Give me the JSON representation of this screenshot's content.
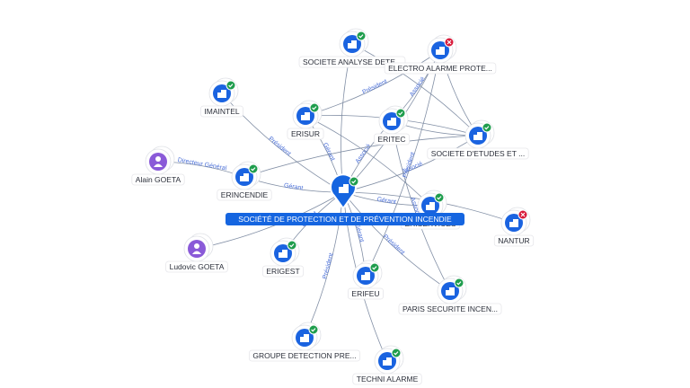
{
  "colors": {
    "company_icon": "#1a63e0",
    "person_icon": "#8a5ad8",
    "badge_active": "#1f9d4d",
    "badge_closed": "#d81b3b",
    "edge": "#8390a6",
    "edge_label": "#4a6fd8",
    "center_label_bg": "#1565e0"
  },
  "center": {
    "label": "SOCIÉTÉ DE PROTECTION ET DE PRÉVENTION INCENDIE",
    "icon": "building-pin-icon",
    "status": "active"
  },
  "nodes": [
    {
      "id": "analyse",
      "label": "SOCIETE ANALYSE DETE...",
      "kind": "company",
      "status": "active"
    },
    {
      "id": "electro",
      "label": "ELECTRO ALARME PROTE...",
      "kind": "company",
      "status": "closed"
    },
    {
      "id": "imaintel",
      "label": "IMAINTEL",
      "kind": "company",
      "status": "active"
    },
    {
      "id": "erisur",
      "label": "ERISUR",
      "kind": "company",
      "status": "active"
    },
    {
      "id": "eritec",
      "label": "ERITEC",
      "kind": "company",
      "status": "active"
    },
    {
      "id": "etudes",
      "label": "SOCIETE D'ETUDES ET ...",
      "kind": "company",
      "status": "active"
    },
    {
      "id": "alain",
      "label": "Alain GOETA",
      "kind": "person",
      "status": "none"
    },
    {
      "id": "erincendie",
      "label": "ERINCENDIE",
      "kind": "company",
      "status": "active"
    },
    {
      "id": "eriservices",
      "label": "ERISERVICES",
      "kind": "company",
      "status": "active"
    },
    {
      "id": "nantur",
      "label": "NANTUR",
      "kind": "company",
      "status": "closed"
    },
    {
      "id": "ludovic",
      "label": "Ludovic GOETA",
      "kind": "person",
      "status": "none"
    },
    {
      "id": "erigest",
      "label": "ERIGEST",
      "kind": "company",
      "status": "active"
    },
    {
      "id": "erifeu",
      "label": "ERIFEU",
      "kind": "company",
      "status": "active"
    },
    {
      "id": "paris",
      "label": "PARIS SECURITE INCEN...",
      "kind": "company",
      "status": "active"
    },
    {
      "id": "groupe",
      "label": "GROUPE DETECTION PRE...",
      "kind": "company",
      "status": "active"
    },
    {
      "id": "techni",
      "label": "TECHNI ALARME",
      "kind": "company",
      "status": "active"
    }
  ],
  "edges": [
    {
      "from": "center",
      "to": "analyse",
      "label": ""
    },
    {
      "from": "center",
      "to": "electro",
      "label": "Associé"
    },
    {
      "from": "center",
      "to": "imaintel",
      "label": "Président"
    },
    {
      "from": "center",
      "to": "erisur",
      "label": "Gérant"
    },
    {
      "from": "center",
      "to": "eritec",
      "label": "Associé"
    },
    {
      "from": "center",
      "to": "etudes",
      "label": "Associé"
    },
    {
      "from": "center",
      "to": "erincendie",
      "label": "Gérant"
    },
    {
      "from": "center",
      "to": "eriservices",
      "label": "Gérant"
    },
    {
      "from": "center",
      "to": "nantur",
      "label": ""
    },
    {
      "from": "center",
      "to": "erigest",
      "label": "Gérant"
    },
    {
      "from": "center",
      "to": "erifeu",
      "label": "Gérant"
    },
    {
      "from": "center",
      "to": "paris",
      "label": "Président"
    },
    {
      "from": "center",
      "to": "groupe",
      "label": "Président"
    },
    {
      "from": "center",
      "to": "techni",
      "label": "Gérant"
    },
    {
      "from": "alain",
      "to": "erincendie",
      "label": "Directeur Général"
    },
    {
      "from": "ludovic",
      "to": "center",
      "label": ""
    },
    {
      "from": "erisur",
      "to": "etudes",
      "label": ""
    },
    {
      "from": "eritec",
      "to": "etudes",
      "label": ""
    },
    {
      "from": "analyse",
      "to": "etudes",
      "label": ""
    },
    {
      "from": "erisur",
      "to": "electro",
      "label": "Président"
    },
    {
      "from": "electro",
      "to": "eritec",
      "label": "Associé"
    },
    {
      "from": "electro",
      "to": "etudes",
      "label": ""
    },
    {
      "from": "erisur",
      "to": "eriservices",
      "label": ""
    },
    {
      "from": "eritec",
      "to": "paris",
      "label": "Associé"
    },
    {
      "from": "erincendie",
      "to": "etudes",
      "label": ""
    },
    {
      "from": "erifeu",
      "to": "electro",
      "label": "Président"
    }
  ]
}
